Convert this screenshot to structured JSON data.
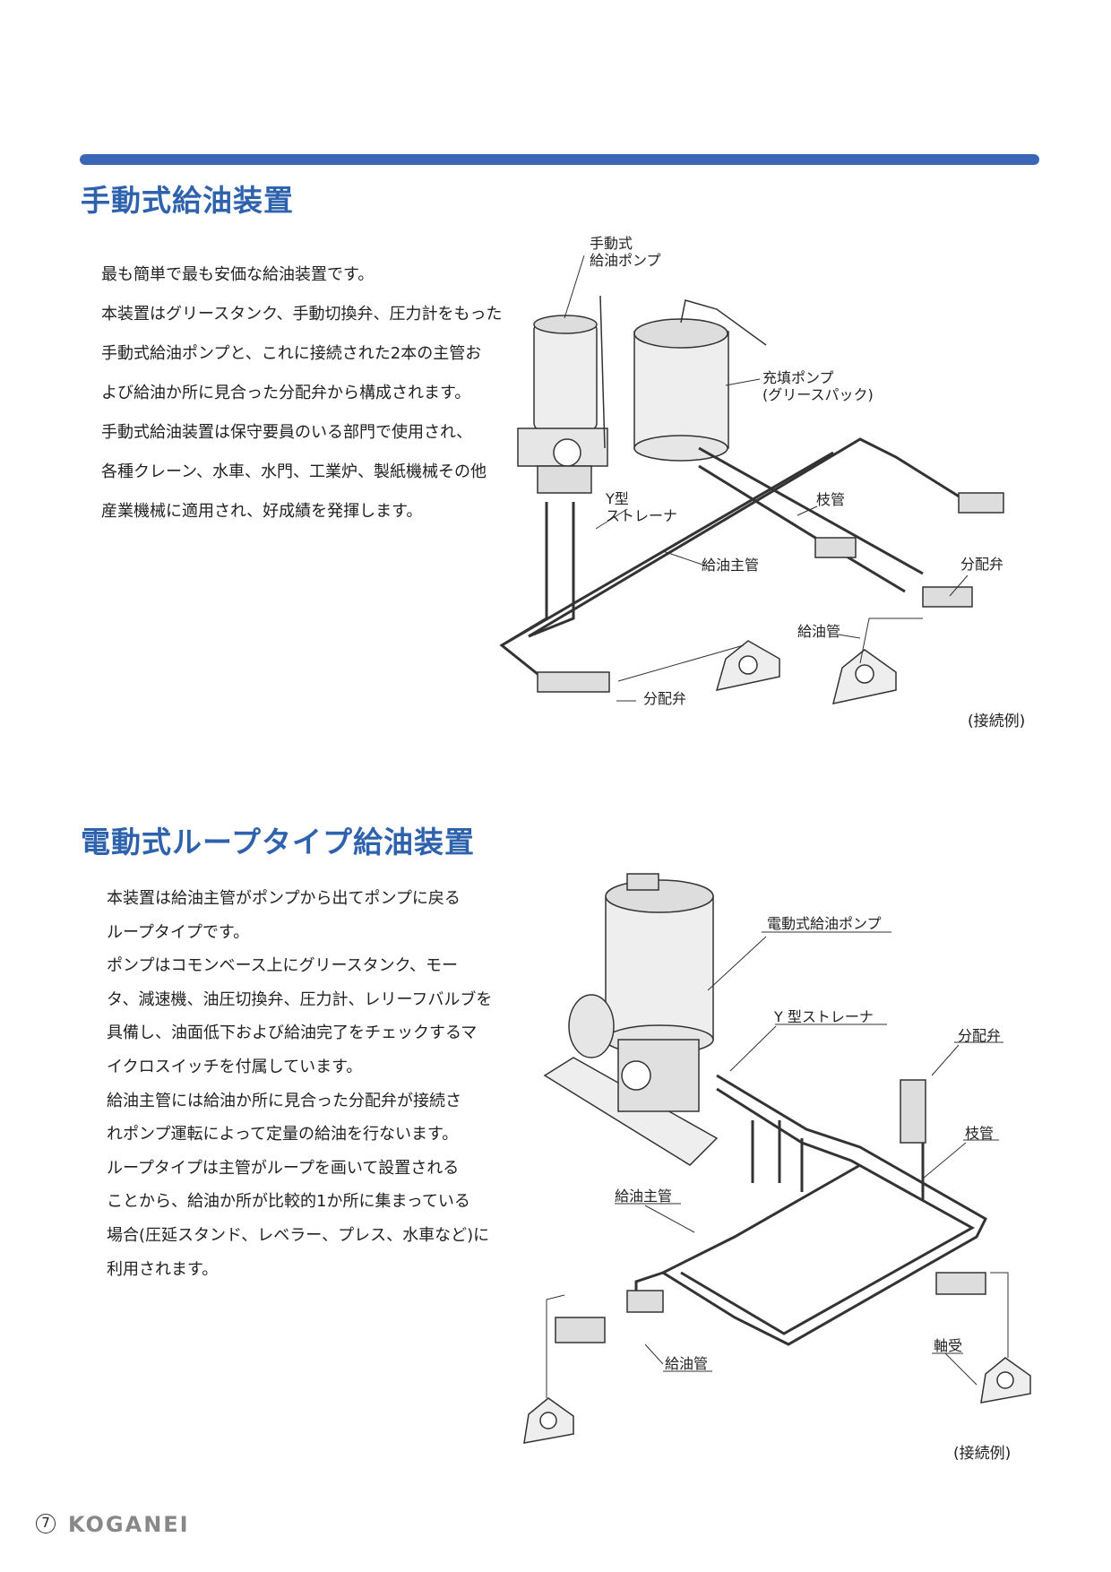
{
  "section1": {
    "title": "手動式給油装置",
    "lines": [
      "最も簡単で最も安価な給油装置です。",
      "本装置はグリースタンク、手動切換弁、圧力計をもった",
      "手動式給油ポンプと、これに接続された2本の主管お",
      "よび給油か所に見合った分配弁から構成されます。",
      "手動式給油装置は保守要員のいる部門で使用され、",
      "各種クレーン、水車、水門、工業炉、製紙機械その他",
      "産業機械に適用され、好成績を発揮します。"
    ],
    "labels": {
      "pump1": "手動式",
      "pump2": "給油ポンプ",
      "fill1": "充填ポンプ",
      "fill2": "(グリースパック)",
      "strainer1": "Y型",
      "strainer2": "ストレーナ",
      "branch": "枝管",
      "main": "給油主管",
      "valve_right": "分配弁",
      "feed": "給油管",
      "valve_left": "分配弁",
      "example": "(接続例)"
    }
  },
  "section2": {
    "title": "電動式ループタイプ給油装置",
    "lines": [
      "本装置は給油主管がポンプから出てポンプに戻る",
      "ループタイプです。",
      "ポンプはコモンベース上にグリースタンク、モー",
      "タ、減速機、油圧切換弁、圧力計、レリーフバルブを",
      "具備し、油面低下および給油完了をチェックするマ",
      "イクロスイッチを付属しています。",
      "給油主管には給油か所に見合った分配弁が接続さ",
      "れポンプ運転によって定量の給油を行ないます。",
      "ループタイプは主管がループを画いて設置される",
      "ことから、給油か所が比較的1か所に集まっている",
      "場合(圧延スタンド、レベラー、プレス、水車など)に",
      "利用されます。"
    ],
    "labels": {
      "pump": "電動式給油ポンプ",
      "strainer": "Y 型ストレーナ",
      "valve": "分配弁",
      "branch": "枝管",
      "main": "給油主管",
      "feed": "給油管",
      "bearing": "軸受",
      "example": "(接続例)"
    }
  },
  "footer": {
    "page": "7",
    "logo": "KOGANEI"
  },
  "colors": {
    "accent": "#3a66b5",
    "title": "#2f62ad"
  }
}
